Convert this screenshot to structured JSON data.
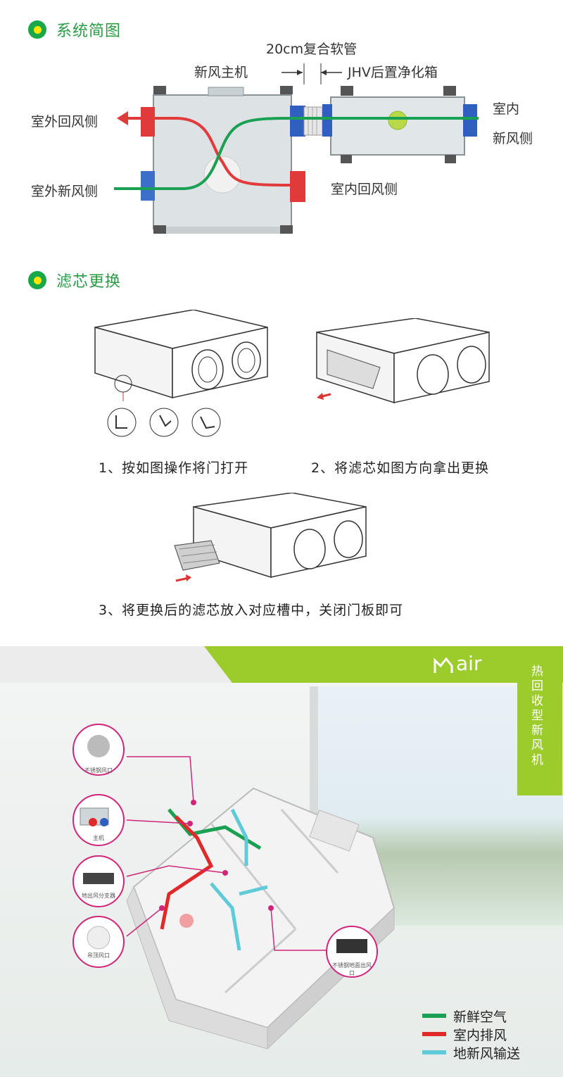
{
  "section1": {
    "title": "系统简图"
  },
  "diagram1": {
    "pipe_label": "20cm复合软管",
    "host_label": "新风主机",
    "box_label": "JHV后置净化箱",
    "outdoor_return": "室外回风侧",
    "outdoor_fresh": "室外新风侧",
    "indoor_return": "室内回风侧",
    "indoor_fresh_1": "室内",
    "indoor_fresh_2": "新风侧"
  },
  "section2": {
    "title": "滤芯更换"
  },
  "steps": [
    "1、按如图操作将门打开",
    "2、将滤芯如图方向拿出更换",
    "3、将更换后的滤芯放入对应槽中，关闭门板即可"
  ],
  "banner": {
    "brand": "air",
    "vertical_title": "热回收型新风机"
  },
  "callouts": [
    "不锈钢风口",
    "主机",
    "地出风分支器",
    "吊顶风口",
    "不锈钢地面出风口"
  ],
  "legend": [
    {
      "label": "新鲜空气",
      "color": "#1aa052"
    },
    {
      "label": "室内排风",
      "color": "#e02a2a"
    },
    {
      "label": "地新风输送",
      "color": "#5fcad8"
    }
  ],
  "colors": {
    "accent_green": "#2a9b45",
    "lime": "#9ccc2b",
    "magenta": "#d0267a"
  }
}
